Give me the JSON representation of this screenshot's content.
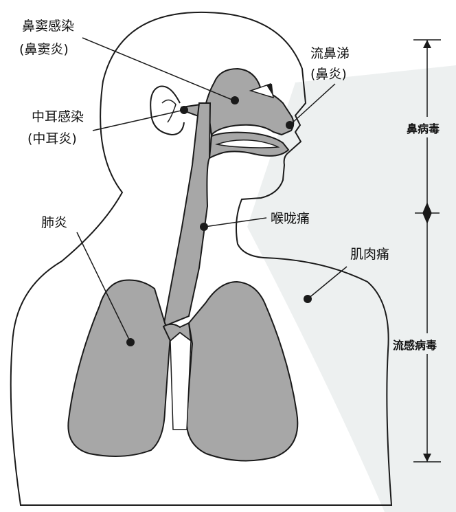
{
  "labels": {
    "sinus_infection": "鼻窦感染",
    "sinus_infection_sub": "(鼻窦炎)",
    "runny_nose": "流鼻涕",
    "runny_nose_sub": "(鼻炎)",
    "ear_infection": "中耳感染",
    "ear_infection_sub": "(中耳炎)",
    "pneumonia": "肺炎",
    "sore_throat": "喉咙痛",
    "muscle_pain": "肌肉痛"
  },
  "ranges": {
    "upper": "鼻病毒",
    "lower": "流感病毒"
  },
  "colors": {
    "organ_fill": "#a7a7a7",
    "outline": "#1a1a1a",
    "watermark": "#e6eaea"
  }
}
